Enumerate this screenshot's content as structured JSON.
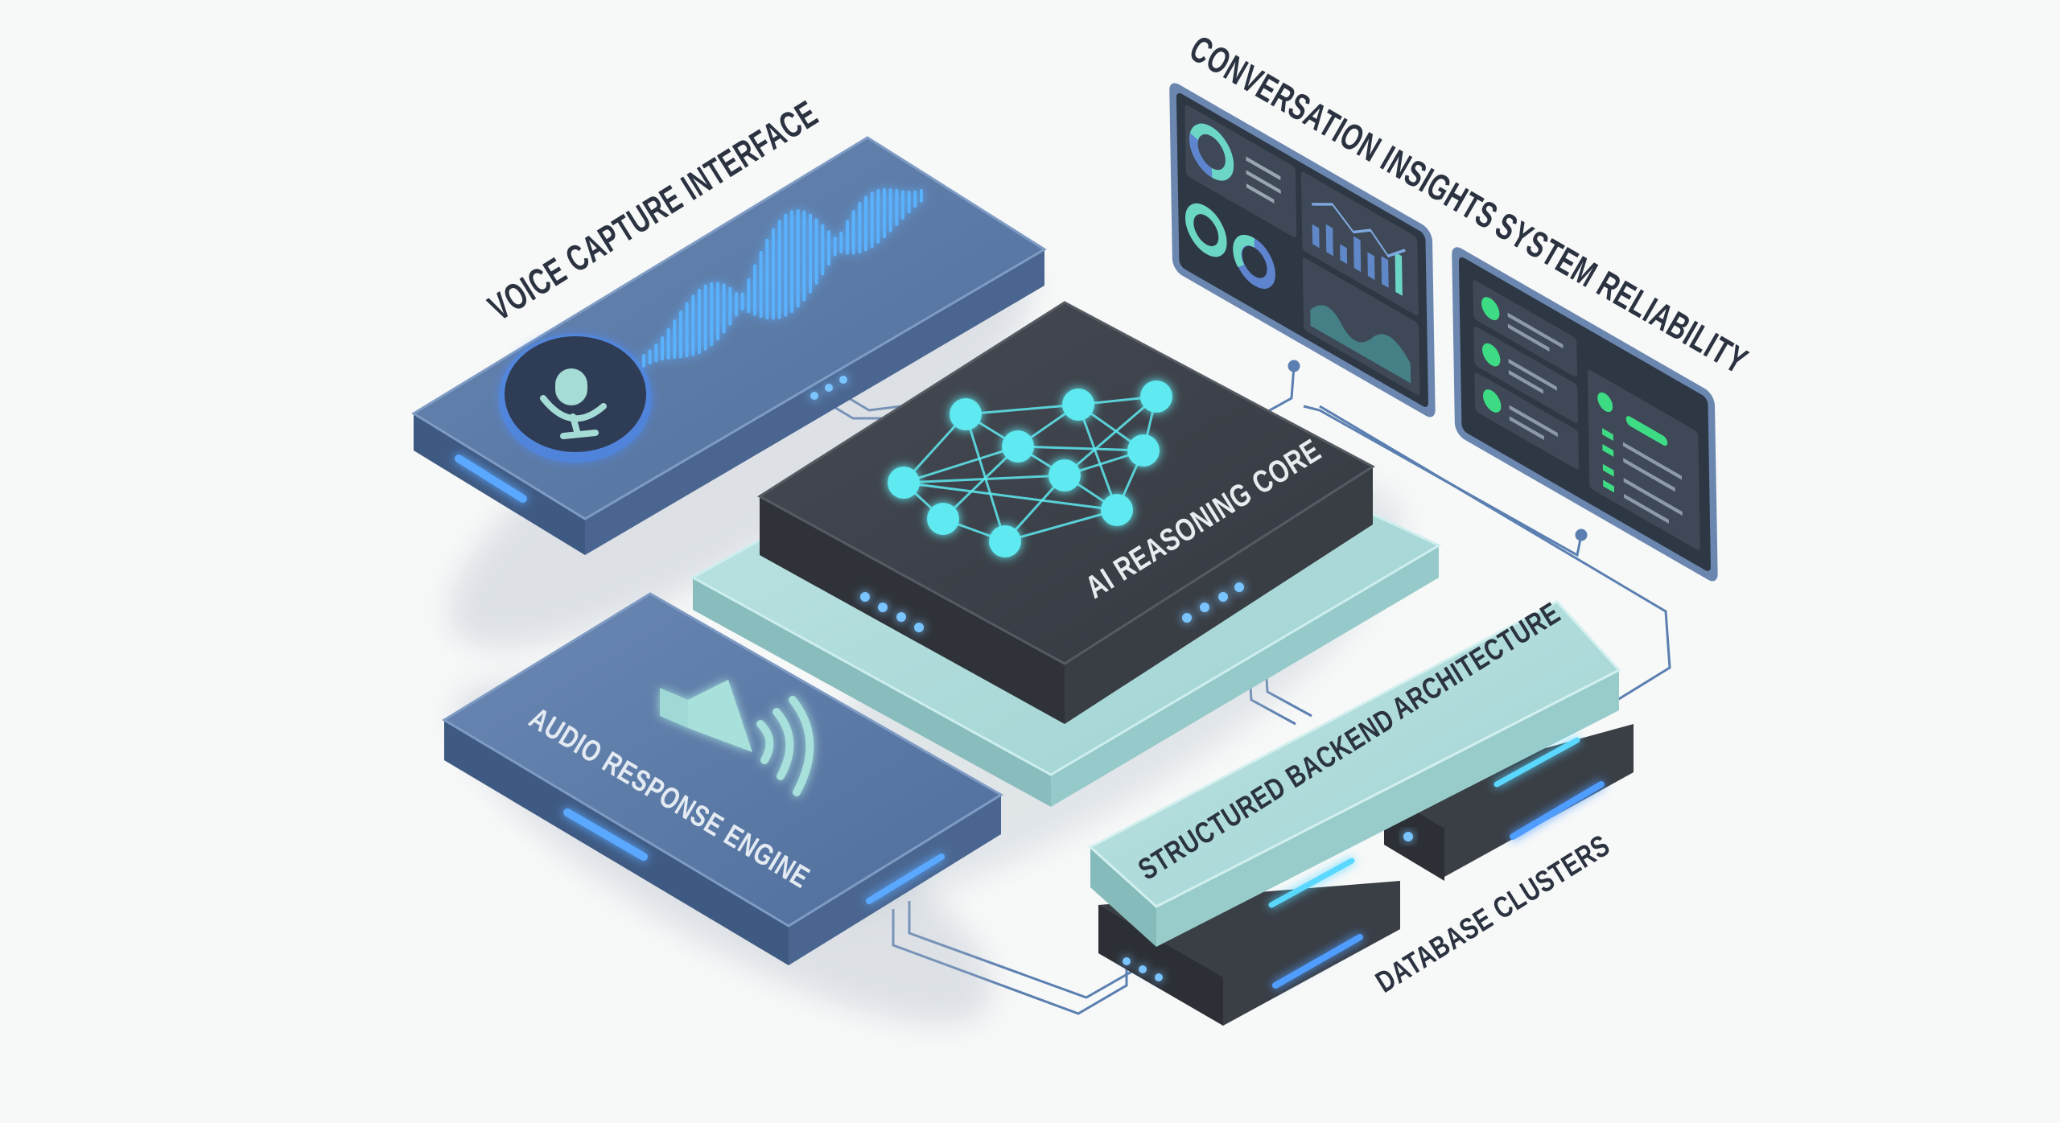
{
  "labels": {
    "voice": "VOICE CAPTURE INTERFACE",
    "core": "AI REASONING CORE",
    "audio": "AUDIO RESPONSE ENGINE",
    "insights": "CONVERSATION INSIGHTS",
    "reliability": "SYSTEM RELIABILITY",
    "backend_line1": "STRUCTURED BACKEND",
    "backend_line2": "ARCHITECTURE",
    "database": "DATABASE CLUSTERS"
  },
  "icons": [
    "microphone-icon",
    "waveform-icon",
    "neural-network-icon",
    "speaker-icon",
    "dashboard-icon"
  ],
  "colors": {
    "slab_blue": "#5877a3",
    "core_dark": "#3c4048",
    "teal": "#a9d9d8",
    "glow": "#5fe9f0",
    "accent_blue": "#4f9dff",
    "green": "#3ddc84",
    "label": "#2b3240"
  }
}
